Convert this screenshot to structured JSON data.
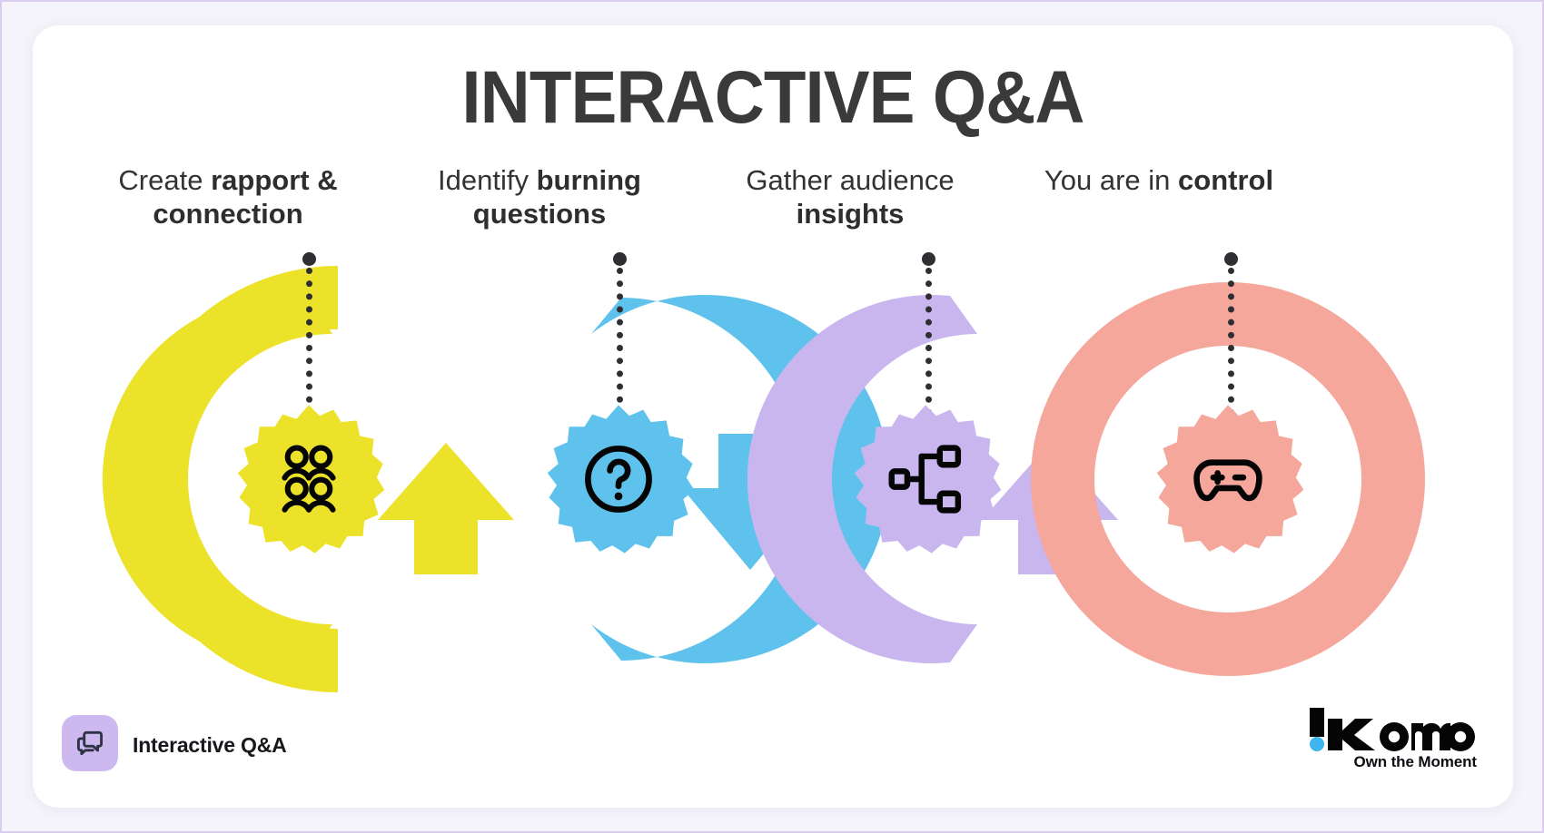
{
  "page": {
    "background_color": "#f4f4fa",
    "card_color": "#ffffff",
    "border_color": "#d9cdf2"
  },
  "header": {
    "title": "INTERACTIVE Q&A",
    "title_color": "#3a3a3a"
  },
  "steps": [
    {
      "caption_regular": "Create ",
      "caption_bold": "rapport & connection",
      "color": "#ece229",
      "icon": "people-group-icon",
      "arrow_direction": "up"
    },
    {
      "caption_regular": "Identify ",
      "caption_bold": "burning questions",
      "color": "#5fc2ec",
      "icon": "question-mark-circle-icon",
      "arrow_direction": "down"
    },
    {
      "caption_regular": "Gather audience ",
      "caption_bold": "insights",
      "color": "#c9b6ef",
      "icon": "hierarchy-network-icon",
      "arrow_direction": "up"
    },
    {
      "caption_regular": "You are in ",
      "caption_bold": "control",
      "color": "#f4a79a",
      "icon": "gamepad-controller-icon",
      "arrow_direction": "none"
    }
  ],
  "footer": {
    "badge_icon": "speech-bubbles-icon",
    "badge_color": "#cdb9ef",
    "label": "Interactive Q&A"
  },
  "logo": {
    "name": "komo",
    "tagline": "Own the Moment",
    "dot_color": "#3fb6ef"
  }
}
